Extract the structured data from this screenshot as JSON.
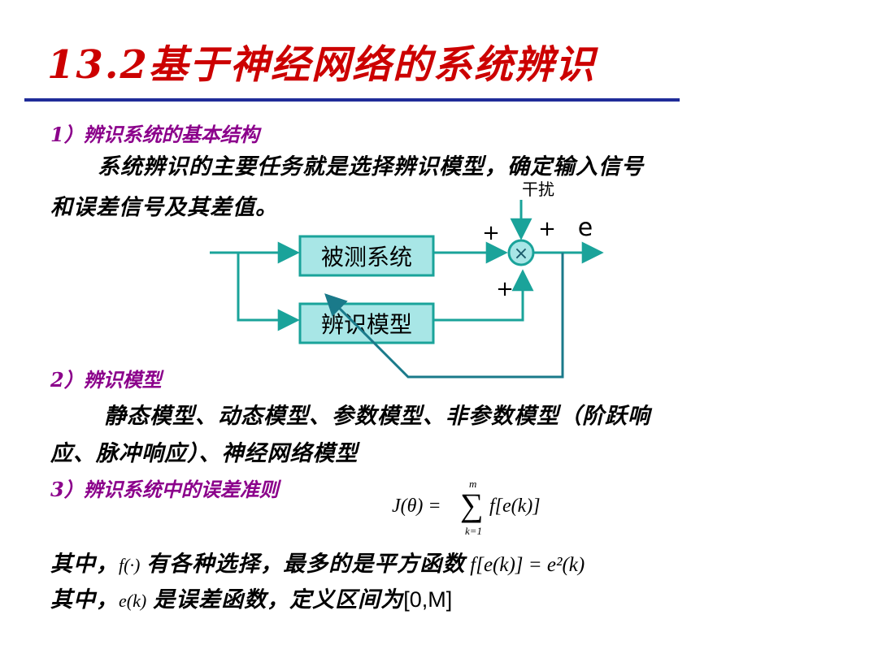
{
  "title": "13.2基于神经网络的系统辨识",
  "sections": {
    "s1": {
      "heading": "1）辨识系统的基本结构",
      "line1": "系统辨识的主要任务就是选择辨识模型，确定输入信号",
      "line2": "和误差信号及其差值。"
    },
    "s2": {
      "heading": "2）辨识模型",
      "line1": "静态模型、动态模型、参数模型、非参数模型（阶跃响",
      "line2": "应、脉冲响应）、神经网络模型"
    },
    "s3": {
      "heading": "3）辨识系统中的误差准则",
      "formula_lhs": "J(θ) =",
      "sum_top": "m",
      "sum_sym": "∑",
      "sum_bottom": "k=1",
      "formula_rhs": "f[e(k)]",
      "note1_prefix": "其中，",
      "note1_math": "f(·)",
      "note1_text": "有各种选择，最多的是平方函数",
      "note1_formula": "f[e(k)] = e²(k)",
      "note2_prefix": "其中，",
      "note2_math": "e(k)",
      "note2_text": "是误差函数，定义区间为",
      "note2_interval": "[0,M]"
    }
  },
  "diagram": {
    "plant_label": "被测系统",
    "model_label": "辨识模型",
    "disturbance_label": "干扰",
    "plus_top_left": "+",
    "plus_top_right": "+",
    "plus_bottom": "+",
    "error_label": "e",
    "multiply_symbol": "×",
    "colors": {
      "line": "#1aa39a",
      "box_fill": "#a8e6e6",
      "box_border": "#1aa39a"
    }
  }
}
